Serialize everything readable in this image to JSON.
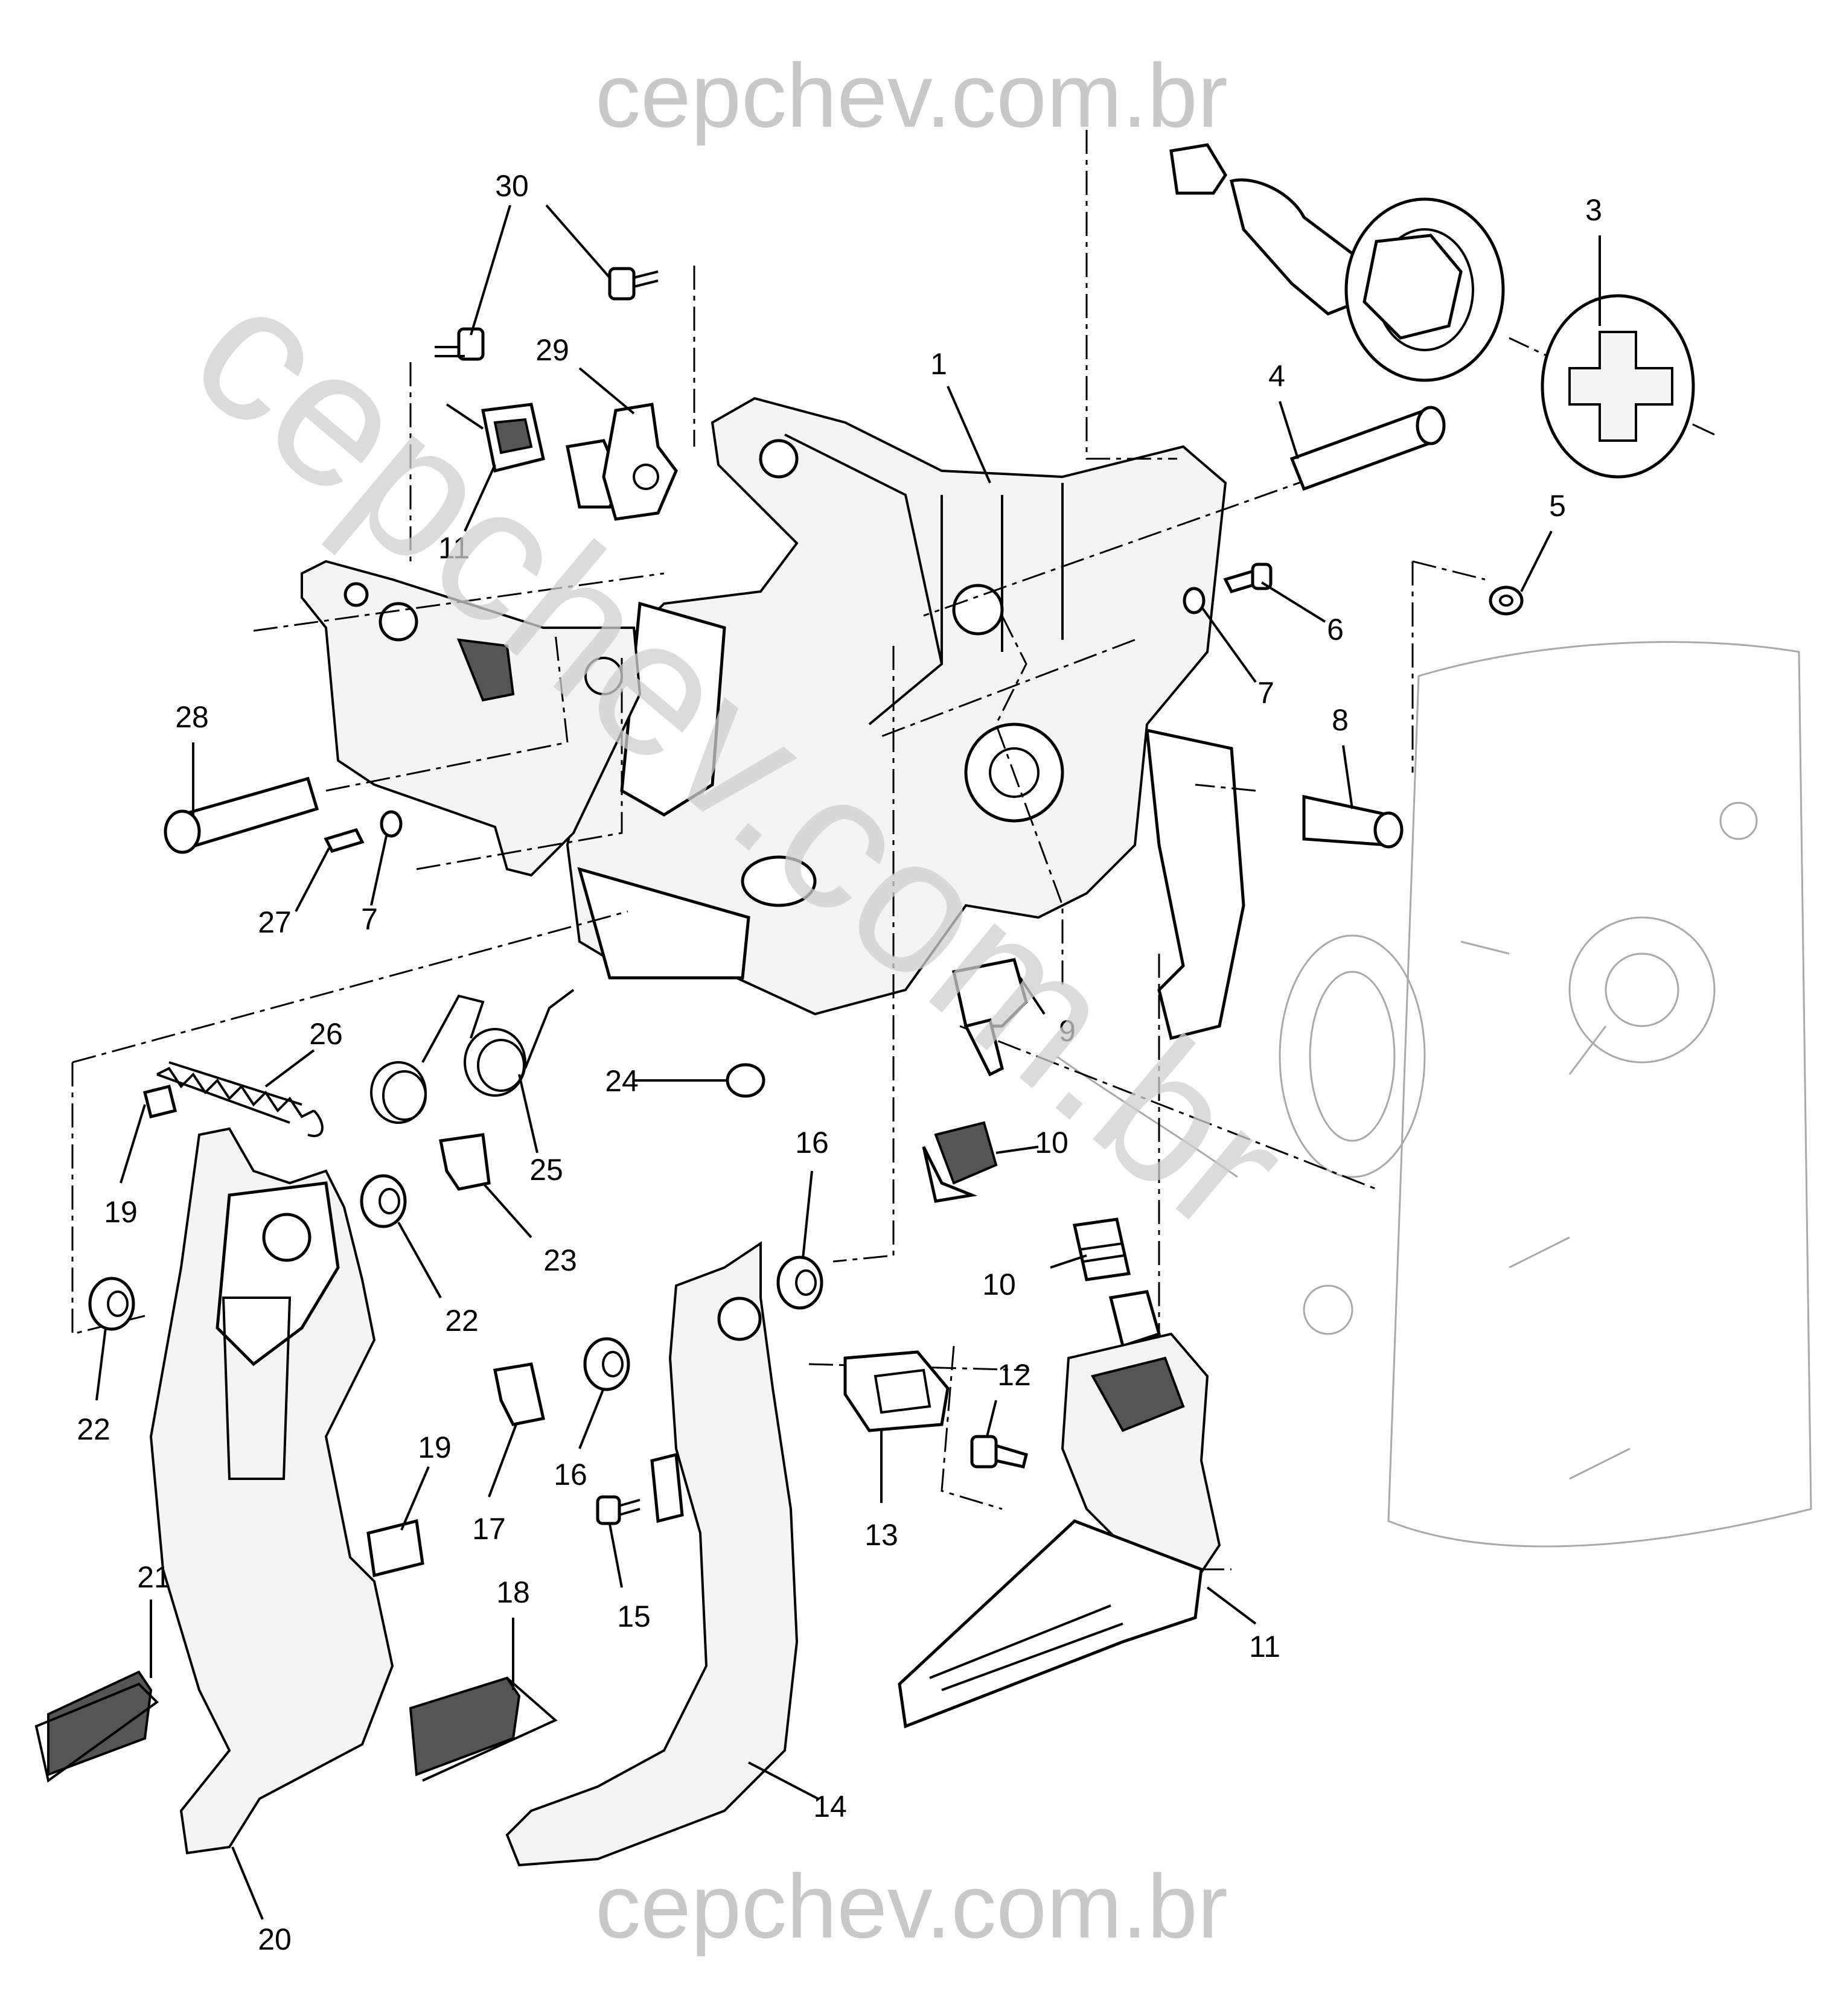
{
  "watermarks": {
    "top": "cepchev.com.br",
    "bottom": "cepchev.com.br",
    "diagonal": "cepchev.com.br"
  },
  "callouts": [
    {
      "id": "c30",
      "label": "30"
    },
    {
      "id": "c29",
      "label": "29"
    },
    {
      "id": "c11a",
      "label": "11"
    },
    {
      "id": "c1",
      "label": "1"
    },
    {
      "id": "c3",
      "label": "3"
    },
    {
      "id": "c4",
      "label": "4"
    },
    {
      "id": "c5",
      "label": "5"
    },
    {
      "id": "c6",
      "label": "6"
    },
    {
      "id": "c7a",
      "label": "7"
    },
    {
      "id": "c8",
      "label": "8"
    },
    {
      "id": "c28",
      "label": "28"
    },
    {
      "id": "c27",
      "label": "27"
    },
    {
      "id": "c7b",
      "label": "7"
    },
    {
      "id": "c26",
      "label": "26"
    },
    {
      "id": "c9",
      "label": "9"
    },
    {
      "id": "c24",
      "label": "24"
    },
    {
      "id": "c25",
      "label": "25"
    },
    {
      "id": "c19a",
      "label": "19"
    },
    {
      "id": "c10a",
      "label": "10"
    },
    {
      "id": "c16a",
      "label": "16"
    },
    {
      "id": "c23",
      "label": "23"
    },
    {
      "id": "c22a",
      "label": "22"
    },
    {
      "id": "c10b",
      "label": "10"
    },
    {
      "id": "c22b",
      "label": "22"
    },
    {
      "id": "c12",
      "label": "12"
    },
    {
      "id": "c16b",
      "label": "16"
    },
    {
      "id": "c19b",
      "label": "19"
    },
    {
      "id": "c17",
      "label": "17"
    },
    {
      "id": "c13",
      "label": "13"
    },
    {
      "id": "c15",
      "label": "15"
    },
    {
      "id": "c21",
      "label": "21"
    },
    {
      "id": "c18",
      "label": "18"
    },
    {
      "id": "c11b",
      "label": "11"
    },
    {
      "id": "c14",
      "label": "14"
    },
    {
      "id": "c20",
      "label": "20"
    }
  ]
}
